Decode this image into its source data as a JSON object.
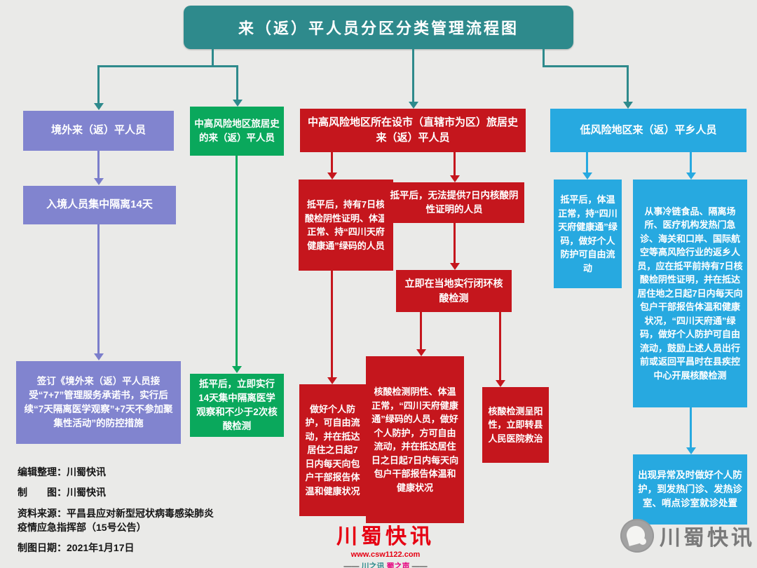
{
  "title": "来（返）平人员分区分类管理流程图",
  "colors": {
    "background": "#eaeae8",
    "title_teal": "#2e8a8c",
    "branch_purple": "#8184cf",
    "branch_green": "#0aa85c",
    "branch_red": "#c5161d",
    "branch_cyan": "#27a9e0",
    "brand_red": "#e60012",
    "tagline_pink": "#e6007e"
  },
  "flow": {
    "overseas": {
      "n1": "境外来（返）平人员",
      "n2": "入境人员集中隔离14天",
      "n3": "签订《境外来（返）平人员接受“7+7”管理服务承诺书，实行后续“7天隔离医学观察”+7天不参加聚集性活动”的防控措施"
    },
    "mid_high_risk_area": {
      "n1": "中高风险地区旅居史的来（返）平人员",
      "n2": "抵平后，立即实行14天集中隔离医学观察和不少于2次核酸检测"
    },
    "mid_high_risk_city": {
      "n1": "中高风险地区所在设市（直辖市为区）旅居史来（返）平人员",
      "with_proof": "抵平后，持有7日核酸检阴性证明、体温正常、持“四川天府健康通”绿码的人员",
      "with_proof_result": "做好个人防护，可自由流动，并在抵达居住之日起7日内每天向包户干部报告体温和健康状况",
      "no_proof": "抵平后，无法提供7日内核酸阴性证明的人员",
      "closed_loop": "立即在当地实行闭环核酸检测",
      "negative_result": "核酸检测阴性、体温正常，“四川天府健康通”绿码的人员，做好个人防护，方可自由流动，并在抵达居住日之日起7日内每天向包户干部报告体温和健康状况",
      "positive_result": "核酸检测呈阳性，立即转县人民医院救治"
    },
    "low_risk": {
      "n1": "低风险地区来（返）平乡人员",
      "normal": "抵平后，体温正常，持“四川天府健康通”绿码，做好个人防护可自由流动",
      "high_risk_industry": "从事冷链食品、隔离场所、医疗机构发热门急诊、海关和口岸、国际航空等高风险行业的返乡人员，应在抵平前持有7日核酸检阴性证明，并在抵达居住地之日起7日内每天向包户干部报告体温和健康状况，“四川天府通”绿码，做好个人防护可自由流动，鼓励上述人员出行前或返回平昌时在县疾控中心开展核酸检测",
      "abnormal": "出现异常及时做好个人防护，到发热门诊、发热诊室、哨点诊室就诊处置"
    }
  },
  "footer": {
    "editor": "编辑整理：川蜀快讯",
    "drawer": "制　　图：川蜀快讯",
    "source": "资料来源：平昌县应对新型冠状病毒感染肺炎疫情应急指挥部（15号公告）",
    "date": "制图日期：2021年1月17日",
    "brand_name": "川蜀快讯",
    "brand_url": "www.csw1122.com",
    "tagline_dash": "——",
    "tagline_left": "川之讯",
    "tagline_right": "蜀之声",
    "side_brand": "川蜀快讯"
  }
}
